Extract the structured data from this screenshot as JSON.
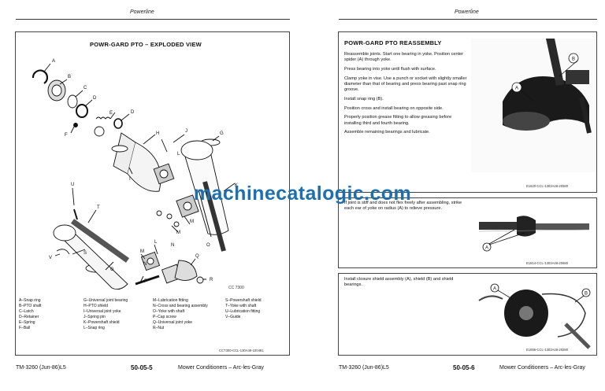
{
  "left_page": {
    "header": "Powerline",
    "figure_title": "POWR-GARD PTO – EXPLODED VIEW",
    "figure_code": "CC 7300",
    "figure_ref": "CCT300-CCL-130A48-100481",
    "callouts": [
      "A",
      "B",
      "C",
      "D",
      "E",
      "F",
      "G",
      "H",
      "I",
      "J",
      "K",
      "L",
      "M",
      "N",
      "O",
      "P",
      "Q",
      "R",
      "S",
      "T",
      "U",
      "V"
    ],
    "legend": {
      "col1": [
        "A–Snap ring",
        "B–PTO shaft",
        "C–Latch",
        "D–Retainer",
        "E–Spring",
        "F–Ball"
      ],
      "col2": [
        "G–Universal joint bearing",
        "H–PTO shield",
        "I–Universal joint yoke",
        "J–Spring pin",
        "K–Powershaft shield",
        "L–Snap ring"
      ],
      "col3": [
        "M–Lubrication fitting",
        "N–Cross and bearing assembly",
        "O–Yoke with shaft",
        "P–Cap screw",
        "Q–Universal joint yoke",
        "R–Nut"
      ],
      "col4": [
        "S–Powershaft shield",
        "T–Yoke with shaft",
        "U–Lubrication fitting",
        "V–Guide"
      ]
    },
    "footer_left": "TM-3260 (Jun-86)L5",
    "page_number": "50-05-5",
    "footer_right": "Mower Conditioners – Arc-les-Gray"
  },
  "right_page": {
    "header": "Powerline",
    "section_title": "POWR-GARD PTO REASSEMBLY",
    "steps": [
      "Reassemble joints. Start one bearing in yoke. Position center spider (A) through yoke.",
      "Press bearing into yoke until flush with surface.",
      "Clamp yoke in vise. Use a punch or socket with slightly smaller diameter than that of bearing and press bearing past snap ring groove.",
      "Install snap ring (B).",
      "Position cross and install bearing on opposite side.",
      "Properly position grease fitting to allow greasing before installing third and fourth bearing.",
      "Assemble remaining bearings and lubricate."
    ],
    "photo1_labels": [
      "A",
      "B"
    ],
    "photo1_ref": "E1820-CCL-1303A48-20580",
    "joint_note": "If joint is stiff and does not flex freely after assembling, strike each ear of yoke on radius (A) to relieve pressure.",
    "photo2_labels": [
      "A"
    ],
    "photo2_ref": "E1814-CCL-1303A48-20680",
    "closure_note": "Install closure shield assembly (A), shield (B) and shield bearings.",
    "photo3_labels": [
      "A",
      "B"
    ],
    "photo3_ref": "E1856-CCL-1303A48-20280",
    "footer_left": "TM-3260 (Jun-86)L5",
    "page_number": "50-05-6",
    "footer_right": "Mower Conditioners – Arc-les-Gray"
  },
  "watermark": "machinecatalogic.com"
}
